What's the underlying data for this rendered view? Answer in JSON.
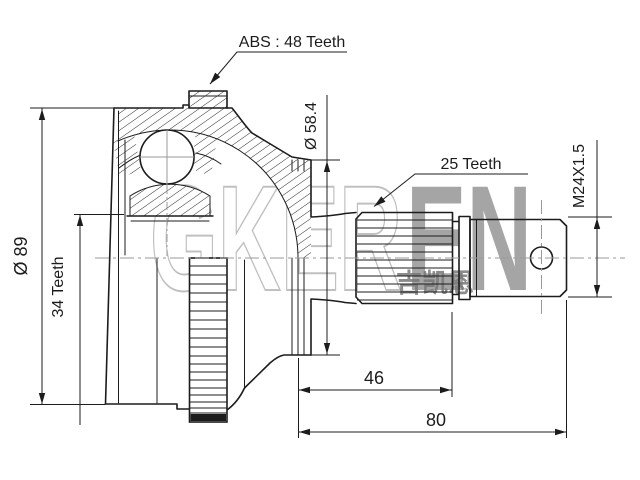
{
  "drawing": {
    "labels": {
      "abs_ring": "ABS : 48 Teeth",
      "housing_diameter": "Ø 89",
      "inner_spline_teeth": "34 Teeth",
      "boot_groove_diameter": "Ø 58.4",
      "shaft_spline_teeth": "25 Teeth",
      "thread_spec": "M24X1.5",
      "spline_length_mm": "46",
      "stem_length_mm": "80"
    },
    "watermark": {
      "text_left": "GKER",
      "text_right": "EN",
      "cjk": "吉凯恩"
    },
    "colors": {
      "line": "#1c1c1c",
      "centerline": "#9a9a9a",
      "background": "#ffffff",
      "watermark_light": "#c0c0c0",
      "watermark_dark": "#8f8f8f"
    }
  }
}
